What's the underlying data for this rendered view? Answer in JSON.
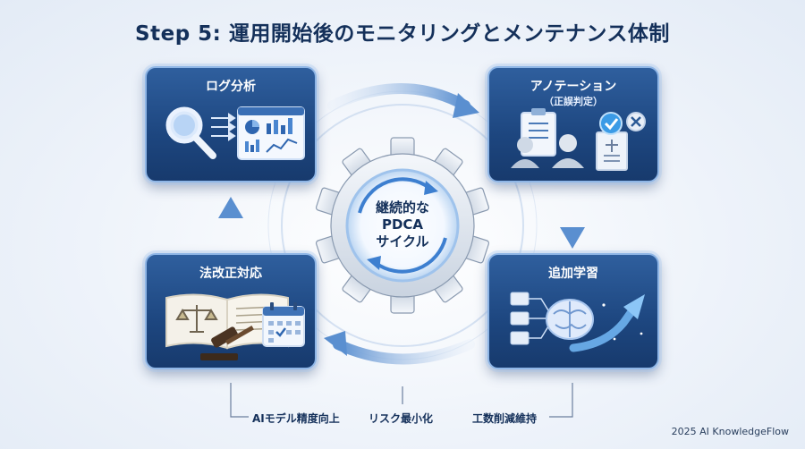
{
  "title": "Step 5: 運用開始後のモニタリングとメンテナンス体制",
  "center": {
    "line1": "継続的な",
    "line2": "PDCA",
    "line3": "サイクル"
  },
  "cards": {
    "log": {
      "title": "ログ分析"
    },
    "annotation": {
      "title": "アノテーション",
      "subtitle": "（正誤判定）"
    },
    "law": {
      "title": "法改正対応"
    },
    "learning": {
      "title": "追加学習"
    }
  },
  "bottom": {
    "accuracy": "AIモデル精度向上",
    "risk": "リスク最小化",
    "effort": "工数削減維持"
  },
  "copyright": "2025 AI KnowledgeFlow",
  "colors": {
    "navy": "#14305a",
    "card_top": "#2f5f9e",
    "card_bottom": "#173a6d",
    "accent": "#5fa8e8"
  }
}
